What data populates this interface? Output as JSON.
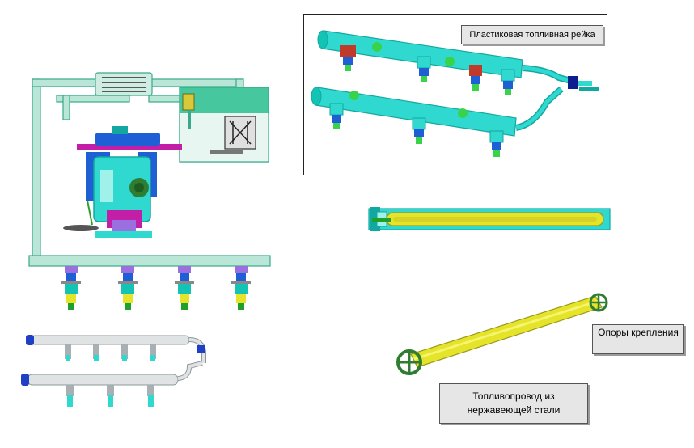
{
  "labels": {
    "plastic_rail": "Пластиковая топливная рейка",
    "mounts": "Опоры крепления",
    "steel_line": "Топливопровод из нержавеющей стали"
  },
  "colors": {
    "cyan": "#2fd9cf",
    "cyan_dark": "#13a89f",
    "green_frame": "#b9e6d6",
    "green_frame_edge": "#3aa98a",
    "tank_fill": "#d9f1e9",
    "tank_top": "#2bbf8f",
    "blue": "#1f5fd6",
    "navy": "#0b1f8f",
    "magenta": "#c21ea8",
    "violet": "#9b6fe0",
    "yellow": "#e5e42a",
    "olive": "#9a9b1c",
    "lime": "#38d24b",
    "red": "#c0392b",
    "grey_rail": "#dfe3e4",
    "grey_edge": "#8e9799"
  },
  "icons": [
    "fuel-pump-module",
    "fuel-filter",
    "fuel-injector",
    "fuel-rail",
    "mounting-bracket"
  ]
}
